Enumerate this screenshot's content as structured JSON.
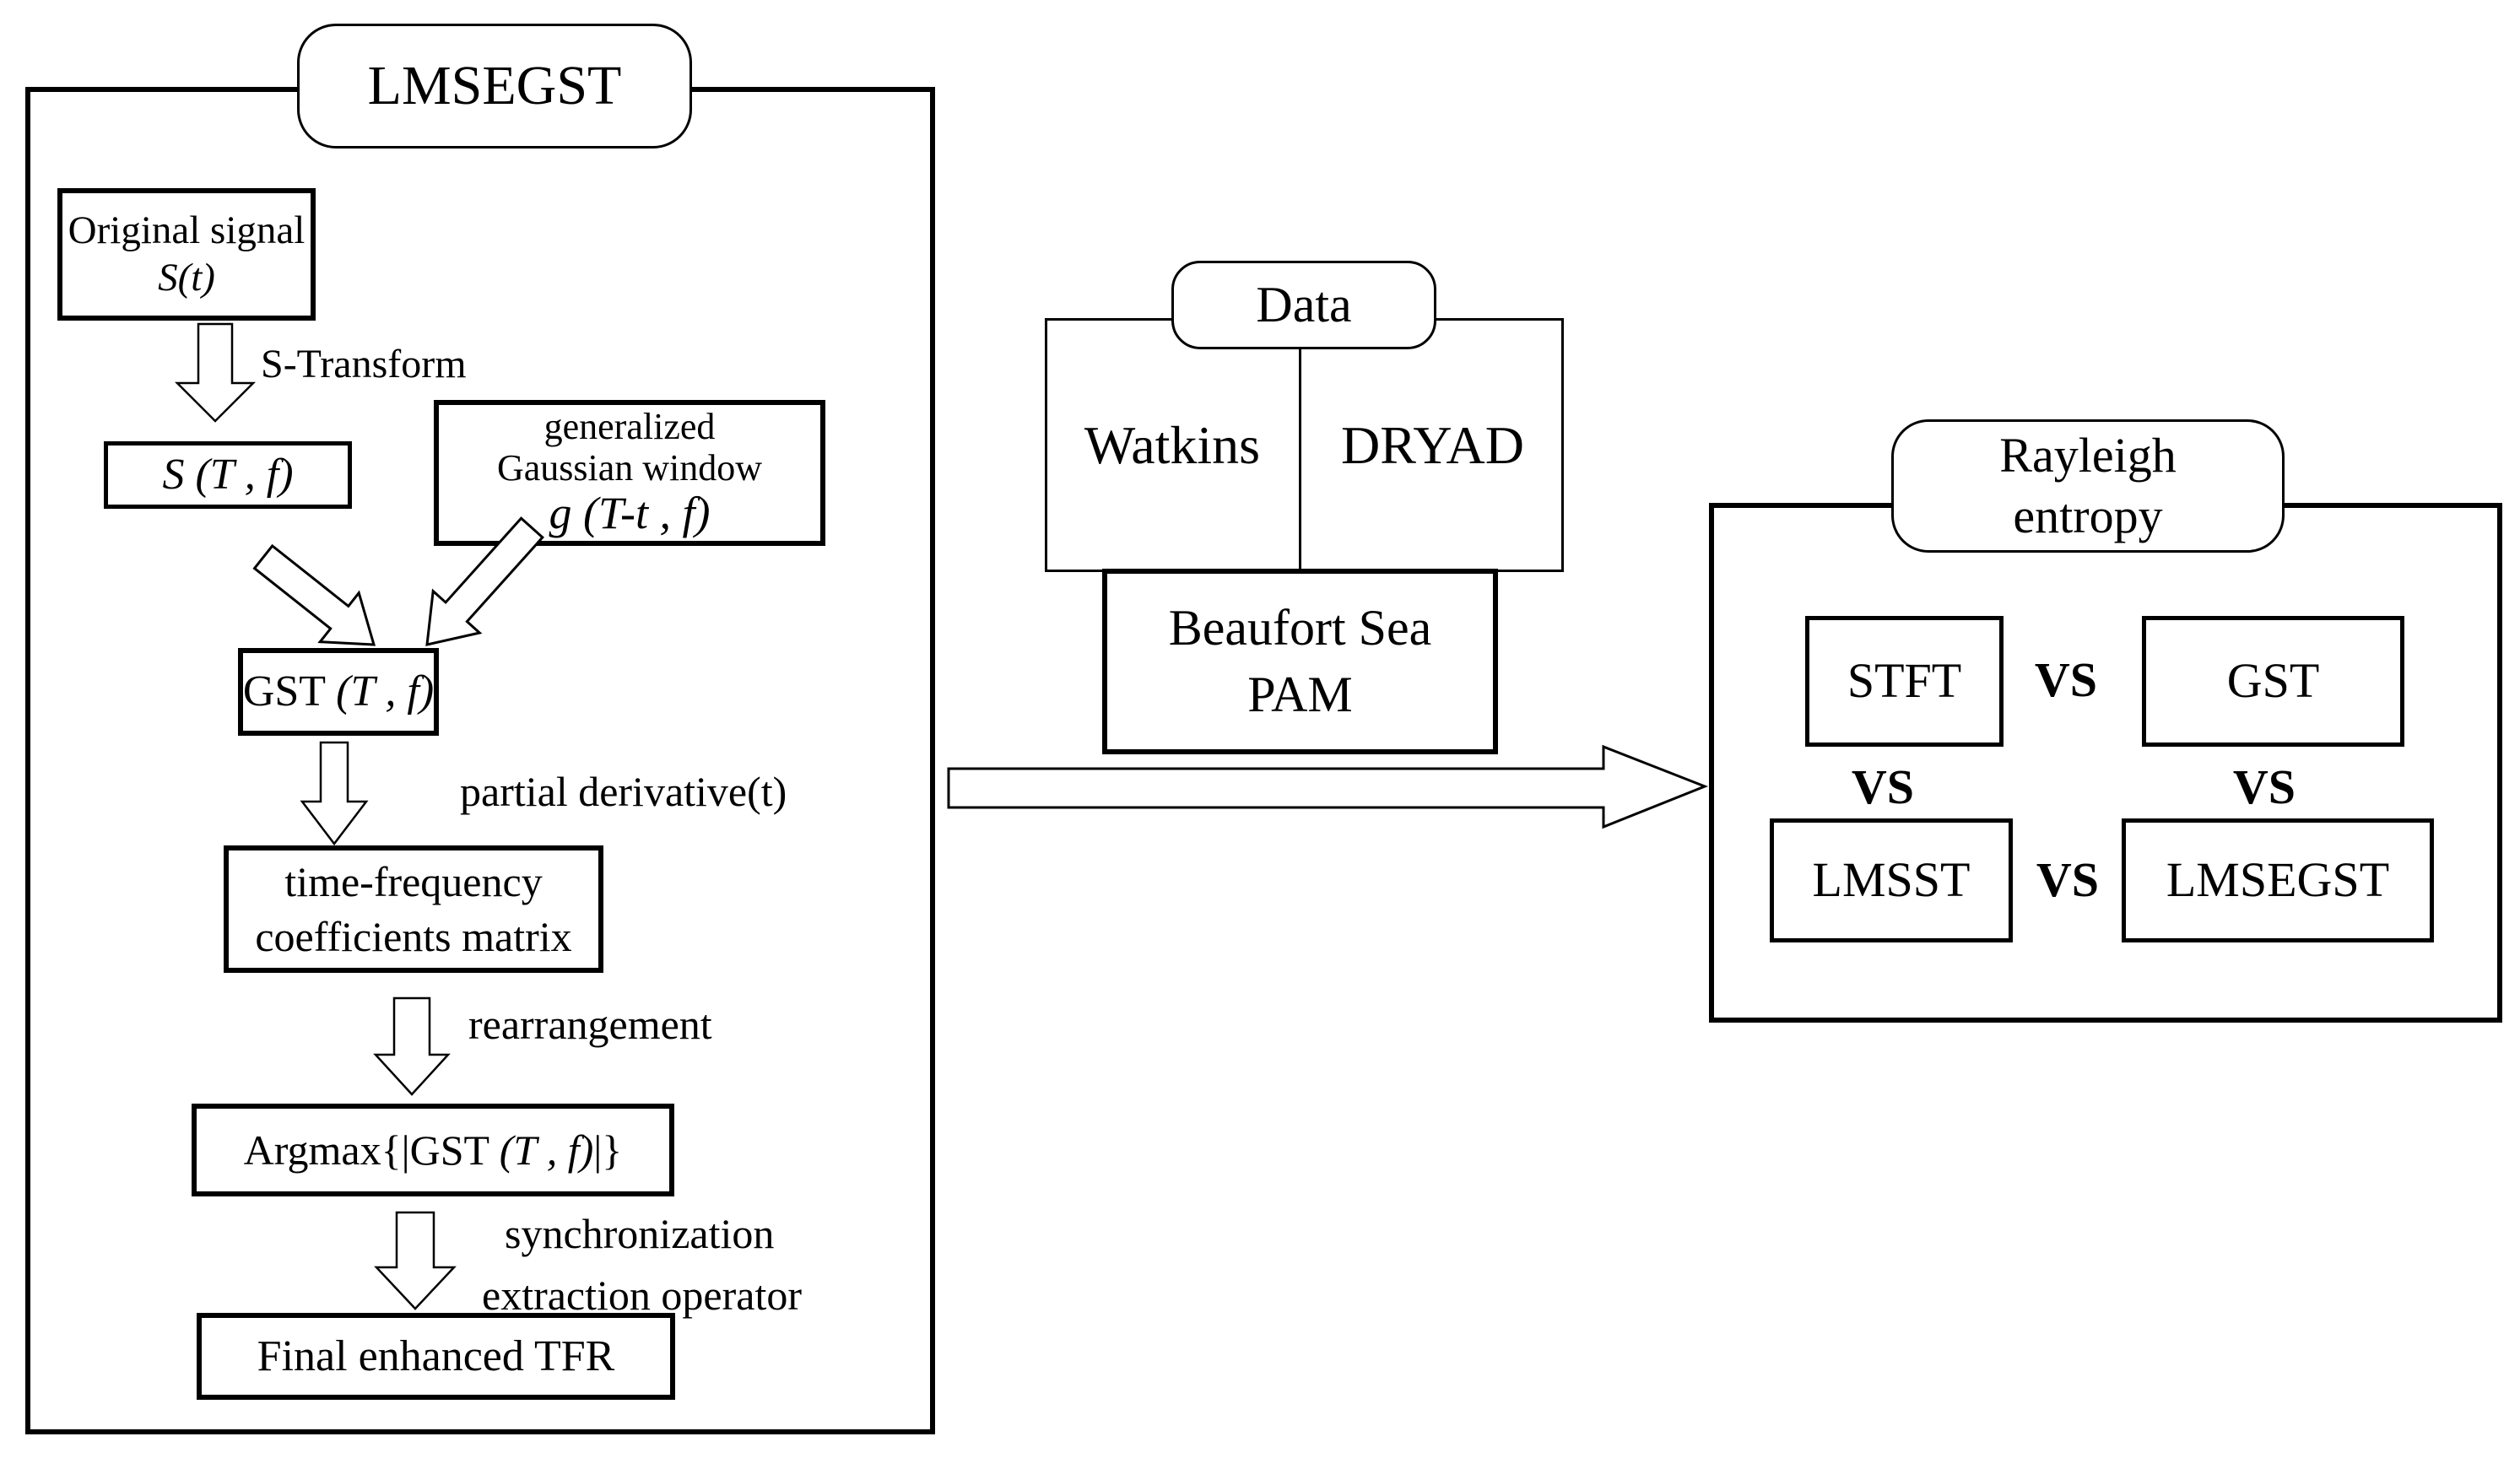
{
  "panels": {
    "lmsegst": {
      "title": "LMSEGST",
      "original_signal": {
        "line1": "Original signal",
        "line2": "S(t)"
      },
      "label_s_transform": "S-Transform",
      "box_s_tf": "S (T , f)",
      "gaussian_window": {
        "line1": "generalized",
        "line2": "Gaussian window",
        "line3": "g (T-t , f)"
      },
      "gst": {
        "prefix": "GST ",
        "math": "(T , f)"
      },
      "label_partial_derivative": "partial derivative(t)",
      "tf_matrix": {
        "line1": "time-frequency",
        "line2": "coefficients matrix"
      },
      "label_rearrangement": "rearrangement",
      "argmax": {
        "prefix": "Argmax{|GST ",
        "math": "(T , f)",
        "suffix": "|}"
      },
      "label_sync": {
        "line1": "synchronization",
        "line2": "extraction operator"
      },
      "final_box": "Final enhanced TFR"
    },
    "data": {
      "title": "Data",
      "cell_left": "Watkins",
      "cell_right": "DRYAD",
      "bottom_box": {
        "line1": "Beaufort Sea",
        "line2": "PAM"
      }
    },
    "rayleigh": {
      "title": {
        "line1": "Rayleigh",
        "line2": "entropy"
      },
      "box_stft": "STFT",
      "box_gst": "GST",
      "box_lmsst": "LMSST",
      "box_lmsegst": "LMSEGST",
      "vs": "VS"
    }
  },
  "colors": {
    "ink": "#000000",
    "paper": "#ffffff"
  }
}
